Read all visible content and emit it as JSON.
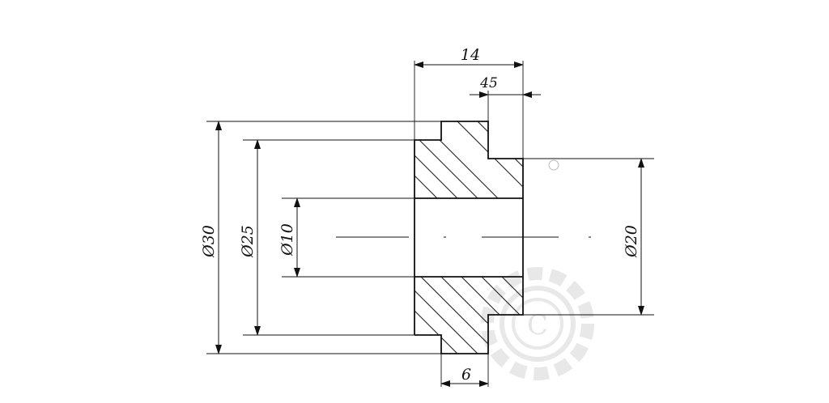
{
  "dimensions": {
    "length_total": "14",
    "step_length": "6",
    "chamfer": "45",
    "dia_outer": "Ø30",
    "dia_hub": "Ø25",
    "dia_bore": "Ø10",
    "dia_flange": "Ø20"
  },
  "watermark": {
    "letter": "C",
    "color": "#d8d8d8"
  },
  "colors": {
    "line": "#111111",
    "hatch": "#222222"
  }
}
